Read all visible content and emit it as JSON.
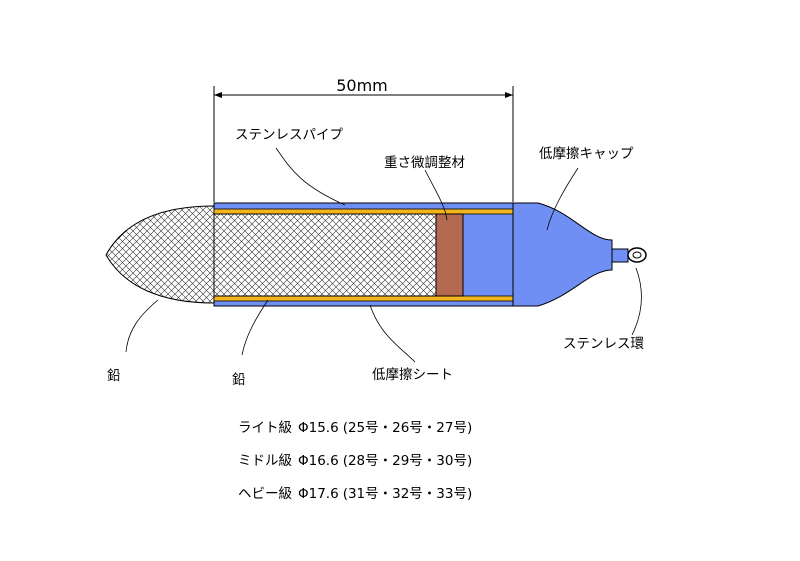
{
  "dimension": {
    "text": "50mm"
  },
  "labels": {
    "stainless_pipe": "ステンレスパイプ",
    "weight_adjust": "重さ微調整材",
    "low_friction_cap": "低摩擦キャップ",
    "lead_nose": "鉛",
    "lead_core": "鉛",
    "low_friction_sheet": "低摩擦シート",
    "stainless_ring": "ステンレス環"
  },
  "specs": [
    {
      "grade": "ライト級",
      "size": "Φ15.6",
      "numbers": "(25号・26号・27号)"
    },
    {
      "grade": "ミドル級",
      "size": "Φ16.6",
      "numbers": "(28号・29号・30号)"
    },
    {
      "grade": "ヘビー級",
      "size": "Φ17.6",
      "numbers": "(31号・32号・33号)"
    }
  ],
  "colors": {
    "cap_blue": "#6f8ff5",
    "pipe_yellow": "#f2b51c",
    "adjuster_brown": "#b36a50",
    "outline": "#000000"
  }
}
